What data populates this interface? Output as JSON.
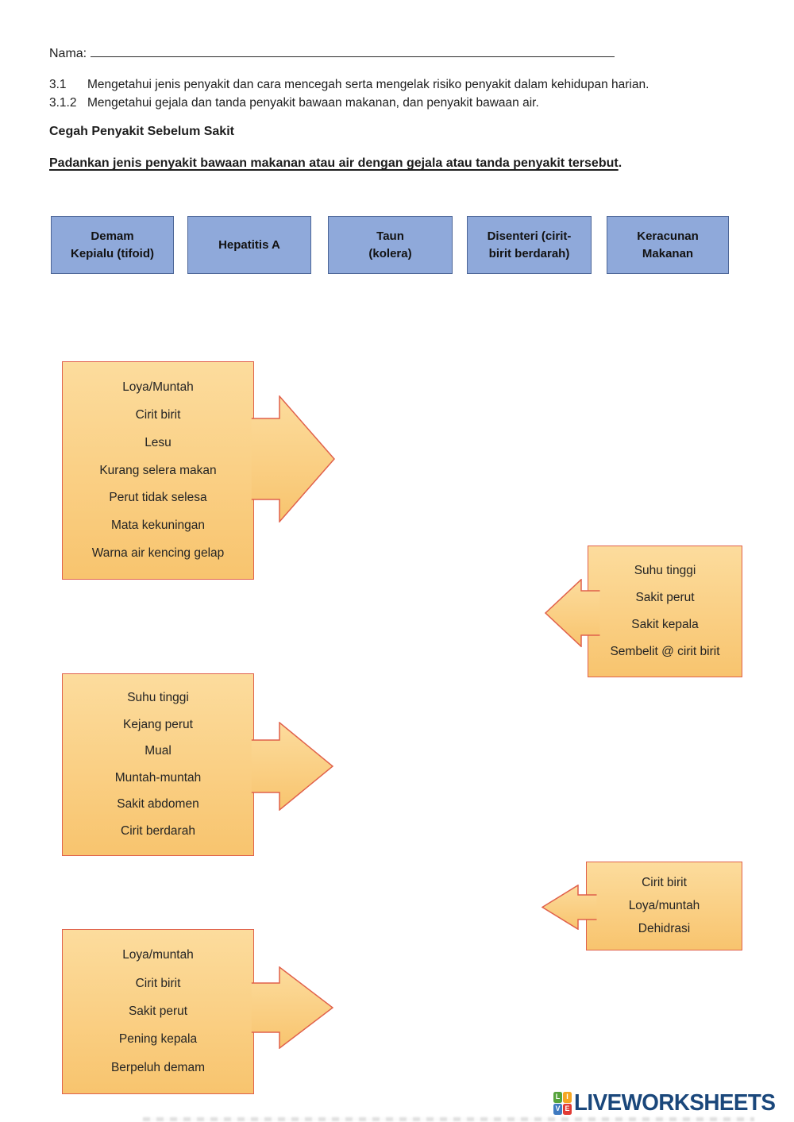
{
  "page": {
    "nama_label": "Nama:",
    "objectives": [
      {
        "code": "3.1",
        "text": "Mengetahui jenis penyakit dan cara mencegah serta mengelak risiko penyakit dalam kehidupan harian."
      },
      {
        "code": "3.1.2",
        "text": "Mengetahui gejala dan tanda penyakit bawaan makanan, dan penyakit bawaan air."
      }
    ],
    "title": "Cegah Penyakit Sebelum Sakit",
    "instruction": "Padankan jenis penyakit bawaan makanan atau air dengan gejala atau tanda penyakit tersebut",
    "instruction_period": "."
  },
  "diseases": [
    {
      "label": "Demam Kepialu (tifoid)",
      "lines": [
        "Demam",
        "Kepialu (tifoid)"
      ]
    },
    {
      "label": "Hepatitis A",
      "lines": [
        "Hepatitis A"
      ]
    },
    {
      "label": "Taun (kolera)",
      "lines": [
        "Taun",
        "(kolera)"
      ]
    },
    {
      "label": "Disenteri (cirit-birit berdarah)",
      "lines": [
        "Disenteri (cirit-",
        "birit berdarah)"
      ]
    },
    {
      "label": "Keracunan Makanan",
      "lines": [
        "Keracunan",
        "Makanan"
      ]
    }
  ],
  "symptom_cards": [
    {
      "id": "card-a",
      "side": "left",
      "arrow": "right",
      "symptoms": [
        "Loya/Muntah",
        "Cirit birit",
        "Lesu",
        "Kurang selera makan",
        "Perut tidak selesa",
        "Mata kekuningan",
        "Warna air kencing gelap"
      ]
    },
    {
      "id": "card-d",
      "side": "right",
      "arrow": "left",
      "symptoms": [
        "Suhu tinggi",
        "Sakit perut",
        "Sakit kepala",
        "Sembelit @ cirit birit"
      ]
    },
    {
      "id": "card-b",
      "side": "left",
      "arrow": "right",
      "symptoms": [
        "Suhu tinggi",
        "Kejang perut",
        "Mual",
        "Muntah-muntah",
        "Sakit abdomen",
        "Cirit berdarah"
      ]
    },
    {
      "id": "card-e",
      "side": "right",
      "arrow": "left",
      "symptoms": [
        "Cirit birit",
        "Loya/muntah",
        "Dehidrasi"
      ]
    },
    {
      "id": "card-c",
      "side": "left",
      "arrow": "right",
      "symptoms": [
        "Loya/muntah",
        "Cirit birit",
        "Sakit perut",
        "Pening kepala",
        "Berpeluh demam"
      ]
    }
  ],
  "branding": {
    "logo_text": "LIVEWORKSHEETS",
    "logo_tiles": [
      {
        "letter": "L",
        "color": "#56A33C"
      },
      {
        "letter": "I",
        "color": "#F5A623"
      },
      {
        "letter": "V",
        "color": "#3F7AC0"
      },
      {
        "letter": "E",
        "color": "#E13B35"
      }
    ]
  },
  "theme": {
    "blue-fill": "#8FA9DA",
    "blue-border": "#4d6697",
    "card-top": "#FCDC9D",
    "card-bottom": "#F8C46E",
    "card-border": "#E0614B",
    "logo-navy": "#1A477B"
  }
}
